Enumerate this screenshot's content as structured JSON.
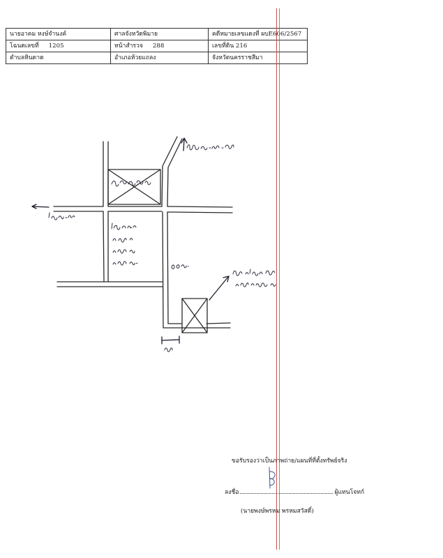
{
  "header": {
    "rows": [
      [
        {
          "label": "นายอาคม หงษ์จำนงค์",
          "value": ""
        },
        {
          "label": "ศาลจังหวัดพิมาย",
          "value": ""
        },
        {
          "label": "คดีหมายเลขแดงที่ ผบE606/2567",
          "value": ""
        }
      ],
      [
        {
          "label": "โฉนดเลขที่",
          "value": "1205"
        },
        {
          "label": "หน้าสำรวจ",
          "value": "288"
        },
        {
          "label": "เลขที่ดิน 216",
          "value": ""
        }
      ],
      [
        {
          "label": "ตำบลหินดาด",
          "value": ""
        },
        {
          "label": "อำเภอห้วยแถลง",
          "value": ""
        },
        {
          "label": "จังหวัดนครราชสีมา",
          "value": ""
        }
      ]
    ]
  },
  "sketch": {
    "handwritten_notes": [
      "ไปบ้าน ร.ต.ต.",
      "วัดสัยเอม",
      "ไปหนองตม",
      "บ้านสัยเอม ต.หินดาด อ.ห้วยแถลง จ.นครราชสีมา",
      "25 ม.",
      "โฉนด 1205 ต.หินดาด อ.ห้วยแถลง จ.นครราชสีมา",
      "4 ม."
    ],
    "colors": {
      "ink": "#2a2a2a",
      "pen": "#1c1c2c"
    }
  },
  "certification": {
    "statement": "ขอรับรองว่าเป็นภาพถ่าย/แผนที่ที่ตั้งทรัพย์จริง",
    "sign_prefix": "ลงชื่อ",
    "sign_suffix": "ผู้แทนโจทก์",
    "signer_name": "(นายพงษ์พรหม พรหมสวัสดิ์)"
  }
}
